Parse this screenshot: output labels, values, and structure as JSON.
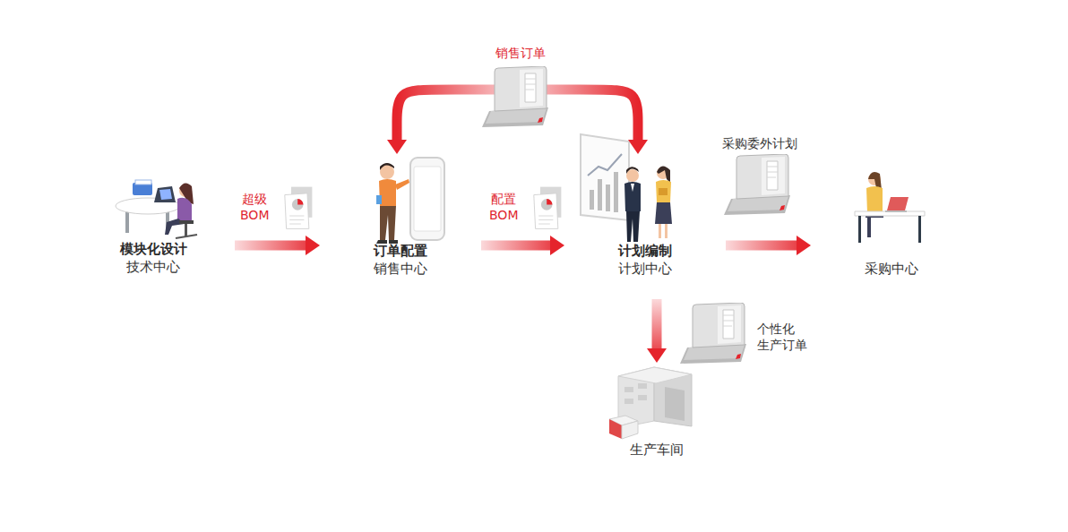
{
  "diagram": {
    "nodes": [
      {
        "text": [
          "模块化设计",
          "技术中心"
        ]
      },
      {
        "text": [
          "订单配置",
          "销售中心"
        ]
      },
      {
        "text": [
          "计划编制",
          "计划中心"
        ]
      },
      {
        "text": [
          "采购中心"
        ]
      },
      {
        "text": [
          "生产车间"
        ]
      }
    ],
    "edges": [
      {
        "from": 0,
        "to": 1,
        "arrow": "to",
        "label": "超级 BOM"
      },
      {
        "from": 1,
        "to": 2,
        "arrow": "to",
        "label": "配置 BOM"
      },
      {
        "from": 2,
        "to": 3,
        "arrow": "to",
        "label": "采购委外计划"
      },
      {
        "from": 2,
        "to": 4,
        "arrow": "to",
        "label": "个性化 生产订单"
      },
      {
        "from": 1,
        "to": 2,
        "arrow": "both",
        "label": "销售订单"
      }
    ]
  }
}
